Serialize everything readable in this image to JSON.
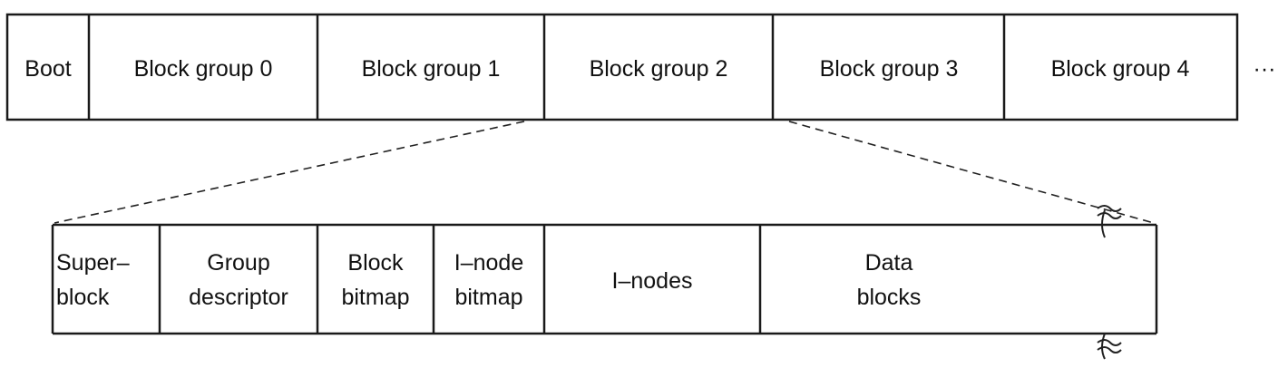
{
  "top_row": {
    "cells": [
      "Boot",
      "Block group 0",
      "Block group 1",
      "Block group 2",
      "Block group 3",
      "Block group 4"
    ],
    "continuation": "···"
  },
  "bottom_row": {
    "cells": [
      {
        "lines": [
          "Super–",
          "block"
        ]
      },
      {
        "lines": [
          "Group",
          "descriptor"
        ]
      },
      {
        "lines": [
          "Block",
          "bitmap"
        ]
      },
      {
        "lines": [
          "I–node",
          "bitmap"
        ]
      },
      {
        "lines": [
          "I–nodes"
        ]
      },
      {
        "lines": [
          "Data",
          "blocks"
        ]
      }
    ]
  }
}
